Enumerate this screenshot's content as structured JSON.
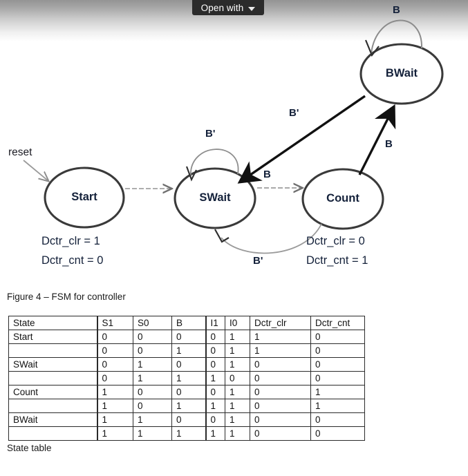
{
  "viewer": {
    "open_with_label": "Open with",
    "caret_icon": "chevron-down-icon"
  },
  "figure": {
    "caption": "Figure 4 – FSM for controller",
    "states": [
      {
        "id": "start",
        "label": "Start"
      },
      {
        "id": "swait",
        "label": "SWait"
      },
      {
        "id": "count",
        "label": "Count"
      },
      {
        "id": "bwait",
        "label": "BWait"
      }
    ],
    "reset_label": "reset",
    "transitions": [
      {
        "id": "reset-to-start",
        "from": "reset",
        "to": "start",
        "label": ""
      },
      {
        "id": "start-to-swait",
        "from": "start",
        "to": "swait",
        "label": ""
      },
      {
        "id": "swait-self",
        "from": "swait",
        "to": "swait",
        "label": "B'"
      },
      {
        "id": "swait-to-count",
        "from": "swait",
        "to": "count",
        "label": "B"
      },
      {
        "id": "count-to-swait",
        "from": "count",
        "to": "swait",
        "label": "B'"
      },
      {
        "id": "count-to-bwait",
        "from": "count",
        "to": "bwait",
        "label": "B"
      },
      {
        "id": "bwait-self",
        "from": "bwait",
        "to": "bwait",
        "label": "B"
      },
      {
        "id": "bwait-to-swait",
        "from": "bwait",
        "to": "swait",
        "label": "B'"
      }
    ],
    "outputs": {
      "start": [
        "Dctr_clr = 1",
        "Dctr_cnt = 0"
      ],
      "count": [
        "Dctr_clr = 0",
        "Dctr_cnt = 1"
      ]
    }
  },
  "table": {
    "caption": "State table",
    "headers": [
      "State",
      "S1",
      "S0",
      "B",
      "I1",
      "I0",
      "Dctr_clr",
      "Dctr_cnt"
    ],
    "rows": [
      {
        "group_start": true,
        "cells": [
          "Start",
          "0",
          "0",
          "0",
          "0",
          "1",
          "1",
          "0"
        ]
      },
      {
        "group_start": false,
        "cells": [
          "",
          "0",
          "0",
          "1",
          "0",
          "1",
          "1",
          "0"
        ]
      },
      {
        "group_start": true,
        "cells": [
          "SWait",
          "0",
          "1",
          "0",
          "0",
          "1",
          "0",
          "0"
        ]
      },
      {
        "group_start": false,
        "cells": [
          "",
          "0",
          "1",
          "1",
          "1",
          "0",
          "0",
          "0"
        ]
      },
      {
        "group_start": true,
        "cells": [
          "Count",
          "1",
          "0",
          "0",
          "0",
          "1",
          "0",
          "1"
        ]
      },
      {
        "group_start": false,
        "cells": [
          "",
          "1",
          "0",
          "1",
          "1",
          "1",
          "0",
          "1"
        ]
      },
      {
        "group_start": true,
        "cells": [
          "BWait",
          "1",
          "1",
          "0",
          "0",
          "1",
          "0",
          "0"
        ]
      },
      {
        "group_start": false,
        "cells": [
          "",
          "1",
          "1",
          "1",
          "1",
          "1",
          "0",
          "0"
        ]
      }
    ]
  },
  "colors": {
    "ink": "#1a1a1a",
    "label_blue_black": "#14213a",
    "chrome_dark": "#2b2b2b"
  }
}
